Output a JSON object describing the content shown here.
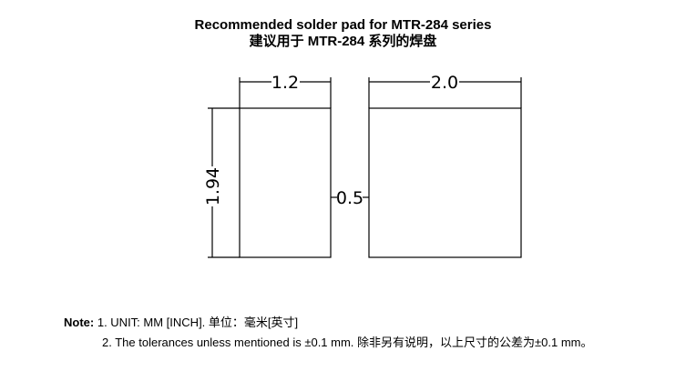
{
  "header": {
    "title_en": "Recommended solder pad for MTR-284 series",
    "title_cn": "建议用于 MTR-284 系列的焊盘"
  },
  "drawing": {
    "pad1_width": "1.2",
    "pad2_width": "2.0",
    "pad_height": "1.94",
    "pad_gap": "0.5"
  },
  "notes": {
    "label": "Note:",
    "items": [
      "1. UNIT: MM [INCH].  单位：毫米[英寸]",
      "2. The tolerances unless mentioned is ±0.1 mm.  除非另有说明，以上尺寸的公差为±0.1 mm。"
    ]
  }
}
